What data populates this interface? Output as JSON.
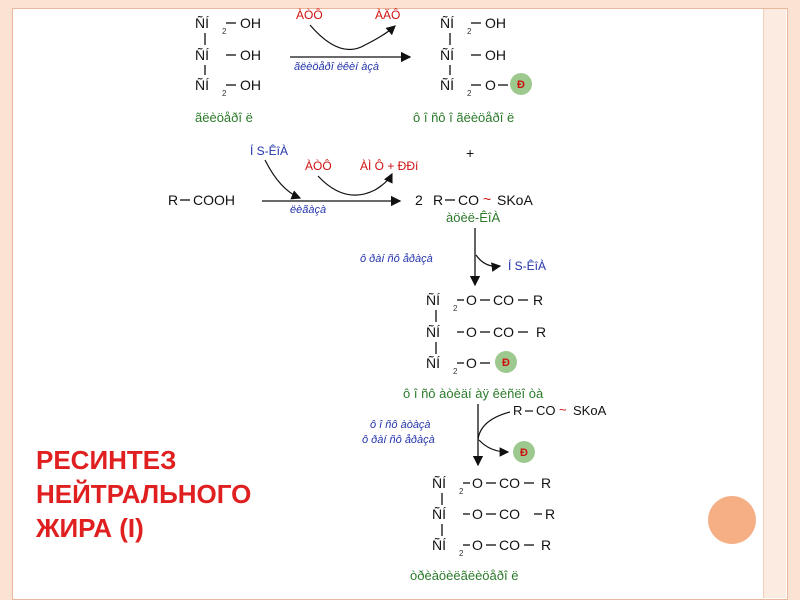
{
  "slide": {
    "title_lines": [
      "РЕСИНТЕЗ",
      "НЕЙТРАЛЬНОГО",
      "ЖИРА  (I)"
    ]
  },
  "step1": {
    "left_rows": [
      {
        "group": "ÑÍ",
        "sub": "2",
        "tail": "OH"
      },
      {
        "group": "ÑÍ",
        "sub": "",
        "tail": "OH"
      },
      {
        "group": "ÑÍ",
        "sub": "2",
        "tail": "OH"
      }
    ],
    "left_label": "ãëèöåðî ë",
    "reagent_in": "ÀÒÔ",
    "reagent_out": "ÀÄÔ",
    "enzyme": "ãëèöåðî ëêèí àçà",
    "right_rows": [
      {
        "group": "ÑÍ",
        "sub": "2",
        "tail": "OH"
      },
      {
        "group": "ÑÍ",
        "sub": "",
        "tail": "OH"
      },
      {
        "group": "ÑÍ",
        "sub": "2",
        "tail": "O"
      }
    ],
    "phosphate": "Ð",
    "right_label": "ô î ñô î ãëèöåðî ë"
  },
  "step2": {
    "cofactor": "Í S-ÊîÀ",
    "reagent_in": "ÀÒÔ",
    "reagent_out": "ÀÌ Ô + ÐÐí",
    "plus": "+",
    "acid": "R",
    "acid_group": "COOH",
    "enzyme": "ëèãàçà",
    "coef": "2",
    "product_r": "R",
    "product_co": "CO",
    "product_tilde": "~",
    "product_tail": "SKoA",
    "product_label": "àöèë-ÊîÀ"
  },
  "step3": {
    "enzyme": "ô ðàí ñô åðàçà",
    "released": "Í S-ÊîÀ",
    "rows": [
      {
        "group": "ÑÍ",
        "sub": "2",
        "link": "O",
        "co": "CO",
        "r": "R"
      },
      {
        "group": "ÑÍ",
        "sub": "",
        "link": "O",
        "co": "CO",
        "r": "R"
      },
      {
        "group": "ÑÍ",
        "sub": "2",
        "link": "O",
        "co": "",
        "r": ""
      }
    ],
    "phosphate": "Ð",
    "label": "ô î ñô àòèäí àÿ êèñëî òà"
  },
  "step4": {
    "enzyme_line1": "ô î ñô àòàçà",
    "enzyme_line2": "ô ðàí ñô åðàçà",
    "reagent_r": "R",
    "reagent_co": "CO",
    "reagent_tilde": "~",
    "reagent_tail": "SKoA",
    "released_phosphate": "Ð",
    "rows": [
      {
        "group": "ÑÍ",
        "sub": "2",
        "link": "O",
        "co": "CO",
        "r": "R"
      },
      {
        "group": "ÑÍ",
        "sub": "",
        "link": "O",
        "co": "CO",
        "r": "R"
      },
      {
        "group": "ÑÍ",
        "sub": "2",
        "link": "O",
        "co": "CO",
        "r": "R"
      }
    ],
    "label": "òðèàöèëãëèöåðî ë"
  },
  "colors": {
    "title": "#e02020",
    "enzyme": "#2233aa",
    "label": "#2b7a2b",
    "reagent": "#d01010",
    "phosphate_fill": "#9ec98e",
    "phosphate_text": "#cc1111",
    "frame": "#fbe3d4",
    "circle": "#f6ae85"
  }
}
